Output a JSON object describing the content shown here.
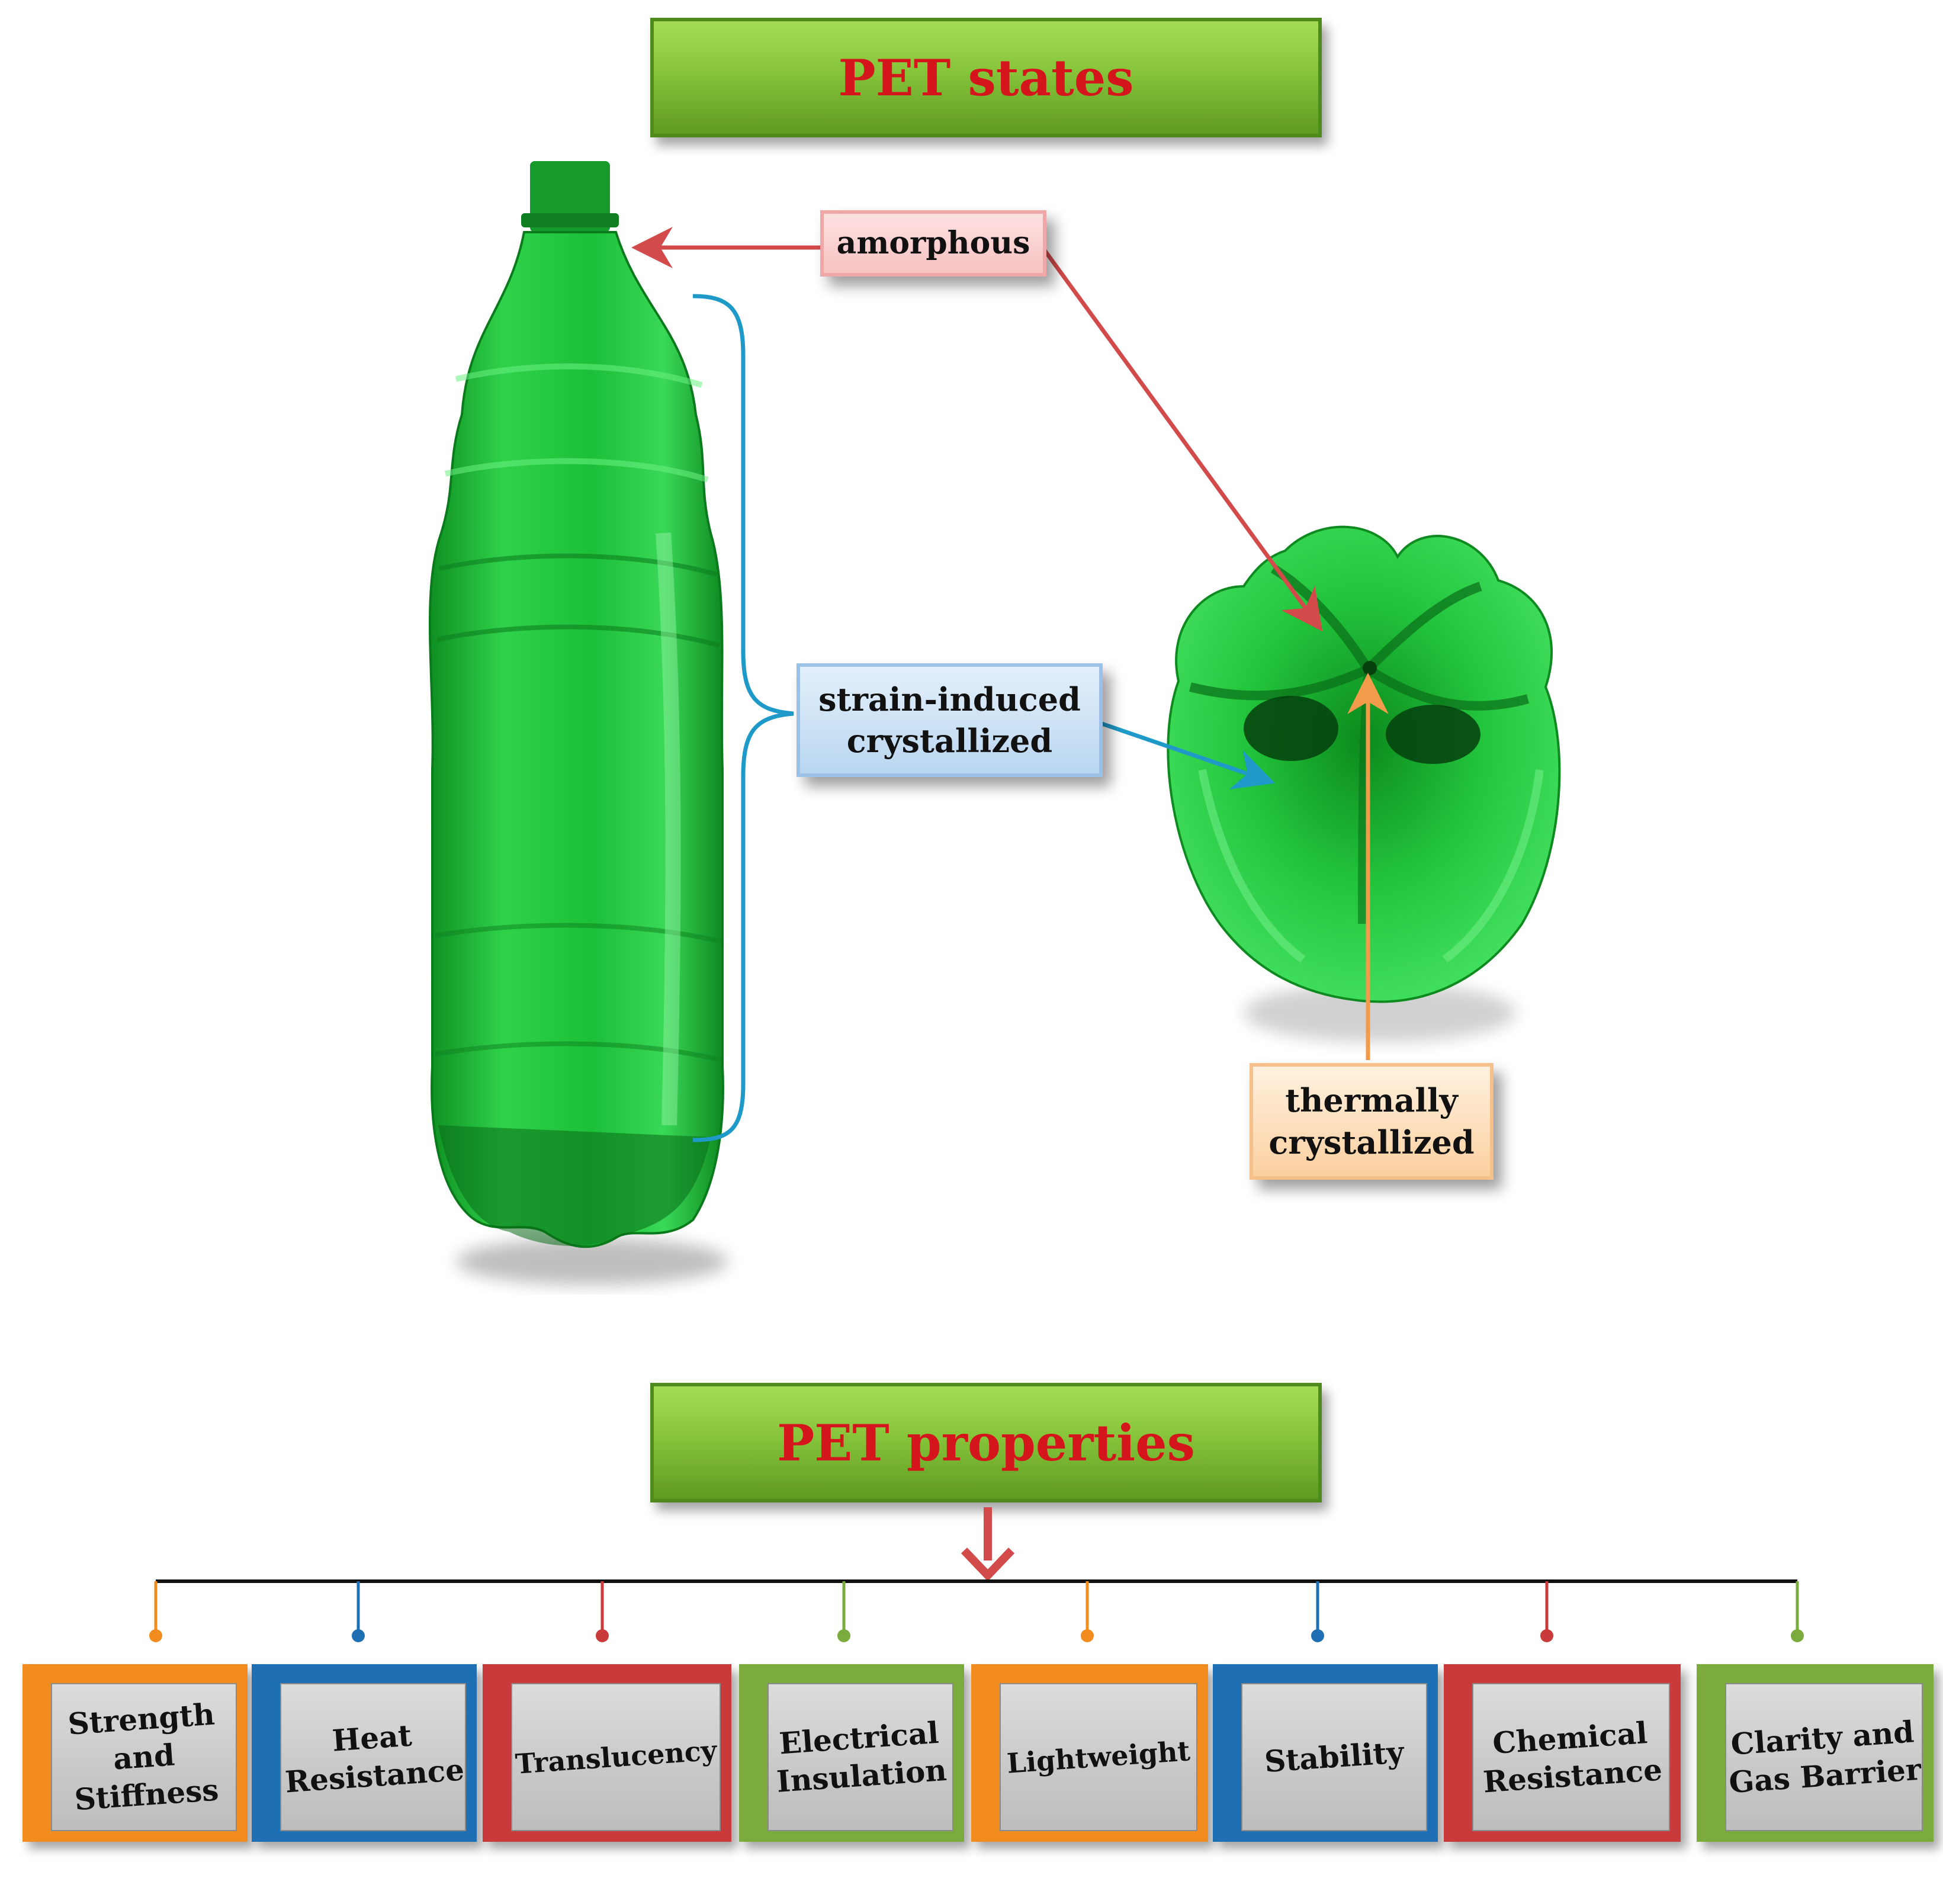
{
  "titles": {
    "states": "PET states",
    "properties": "PET properties"
  },
  "callouts": {
    "amorphous": "amorphous",
    "strain_line1": "strain-induced",
    "strain_line2": "crystallized",
    "thermal_line1": "thermally",
    "thermal_line2": "crystallized"
  },
  "properties": [
    {
      "line1": "Strength",
      "line2": "and",
      "line3": "Stiffness",
      "color": "#f28c1e"
    },
    {
      "line1": "Heat",
      "line2": "Resistance",
      "line3": "",
      "color": "#1f6fb5"
    },
    {
      "line1": "Translucency",
      "line2": "",
      "line3": "",
      "color": "#c93a3a"
    },
    {
      "line1": "Electrical",
      "line2": "Insulation",
      "line3": "",
      "color": "#7bab3c"
    },
    {
      "line1": "Lightweight",
      "line2": "",
      "line3": "",
      "color": "#f28c1e"
    },
    {
      "line1": "Stability",
      "line2": "",
      "line3": "",
      "color": "#1f6fb5"
    },
    {
      "line1": "Chemical",
      "line2": "Resistance",
      "line3": "",
      "color": "#c93a3a"
    },
    {
      "line1": "Clarity and",
      "line2": "Gas Barrier",
      "line3": "",
      "color": "#7bab3c"
    }
  ],
  "colors": {
    "banner_text": "#d4161c",
    "bottle_green": "#22c23a",
    "arrow_red": "#d24a4a",
    "arrow_blue": "#1f9ac8",
    "arrow_orange": "#f29b4a"
  },
  "images": {
    "bottle": "green PET bottle",
    "bottle_base": "green PET bottle base (petaloid)"
  }
}
